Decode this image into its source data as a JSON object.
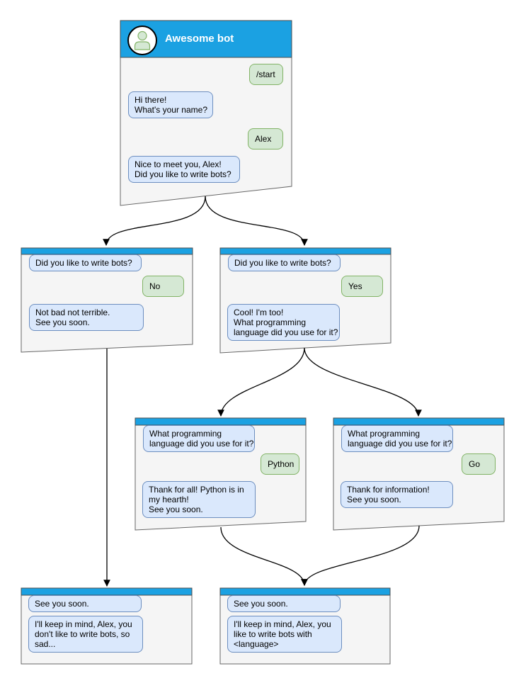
{
  "palette": {
    "header_blue": "#1ba1e2",
    "box_fill": "#f5f5f5",
    "box_border": "#666666",
    "bot_bubble_fill": "#dae8fc",
    "bot_bubble_border": "#6c8ebf",
    "user_bubble_fill": "#d5e8d4",
    "user_bubble_border": "#82b366",
    "connector_color": "#000000"
  },
  "nodes": {
    "main": {
      "title": "Awesome bot",
      "avatar_icon": "user-avatar-icon",
      "messages": {
        "m1": "/start",
        "m2": "Hi there!\nWhat's your name?",
        "m3": "Alex",
        "m4": "Nice to meet you, Alex!\nDid you like to write bots?"
      }
    },
    "branch_no": {
      "messages": {
        "m1": "Did you like to write bots?",
        "m2": "No",
        "m3": "Not bad not terrible.\nSee you soon."
      }
    },
    "branch_yes": {
      "messages": {
        "m1": "Did you like to write bots?",
        "m2": "Yes",
        "m3": "Cool! I'm too!\nWhat programming\nlanguage did you use for it?"
      }
    },
    "branch_python": {
      "messages": {
        "m1": "What programming\nlanguage did you use for it?",
        "m2": "Python",
        "m3": "Thank for all! Python is in\nmy hearth!\nSee you soon."
      }
    },
    "branch_go": {
      "messages": {
        "m1": "What programming\nlanguage did you use for it?",
        "m2": "Go",
        "m3": "Thank for information!\nSee you soon."
      }
    },
    "end_no": {
      "messages": {
        "m1": "See you soon.",
        "m2": "I'll keep in mind, Alex, you\ndon't like to write bots, so\nsad..."
      }
    },
    "end_lang": {
      "messages": {
        "m1": "See you soon.",
        "m2": "I'll keep in mind, Alex, you\nlike to write bots with\n<language>"
      }
    }
  },
  "edges": [
    {
      "from": "main",
      "to": "branch_no"
    },
    {
      "from": "main",
      "to": "branch_yes"
    },
    {
      "from": "branch_no",
      "to": "end_no"
    },
    {
      "from": "branch_yes",
      "to": "branch_python"
    },
    {
      "from": "branch_yes",
      "to": "branch_go"
    },
    {
      "from": "branch_python",
      "to": "end_lang"
    },
    {
      "from": "branch_go",
      "to": "end_lang"
    }
  ]
}
